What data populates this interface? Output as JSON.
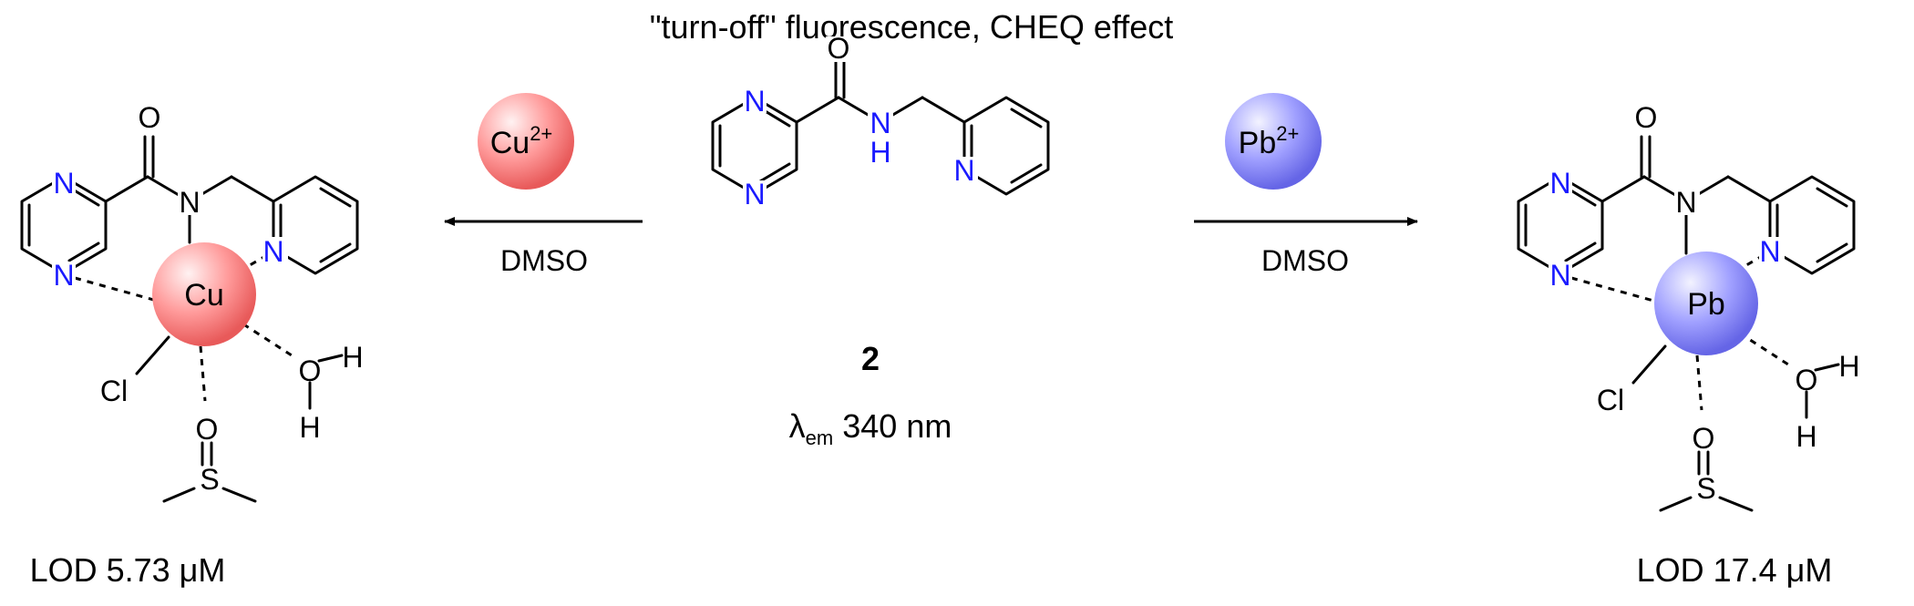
{
  "title": "\"turn-off\" fluorescence, CHEQ effect",
  "reagents": {
    "left": {
      "ion_symbol": "Cu",
      "ion_charge": "2+",
      "solvent": "DMSO",
      "color": "#ff8080"
    },
    "right": {
      "ion_symbol": "Pb",
      "ion_charge": "2+",
      "solvent": "DMSO",
      "color": "#8a8aff"
    }
  },
  "center": {
    "compound_number": "2",
    "emission_symbol": "λ",
    "emission_subscript": "em",
    "emission_value": "340 nm"
  },
  "atoms": {
    "N": "N",
    "O": "O",
    "H": "H",
    "S": "S",
    "Cl": "Cl"
  },
  "complex_left": {
    "metal": "Cu",
    "lod": "LOD 5.73 μM"
  },
  "complex_right": {
    "metal": "Pb",
    "lod": "LOD 17.4 μM"
  },
  "colors": {
    "nitrogen": "#1a1aff",
    "cu_sphere": "#ff8080",
    "pb_sphere": "#8a8aff"
  }
}
